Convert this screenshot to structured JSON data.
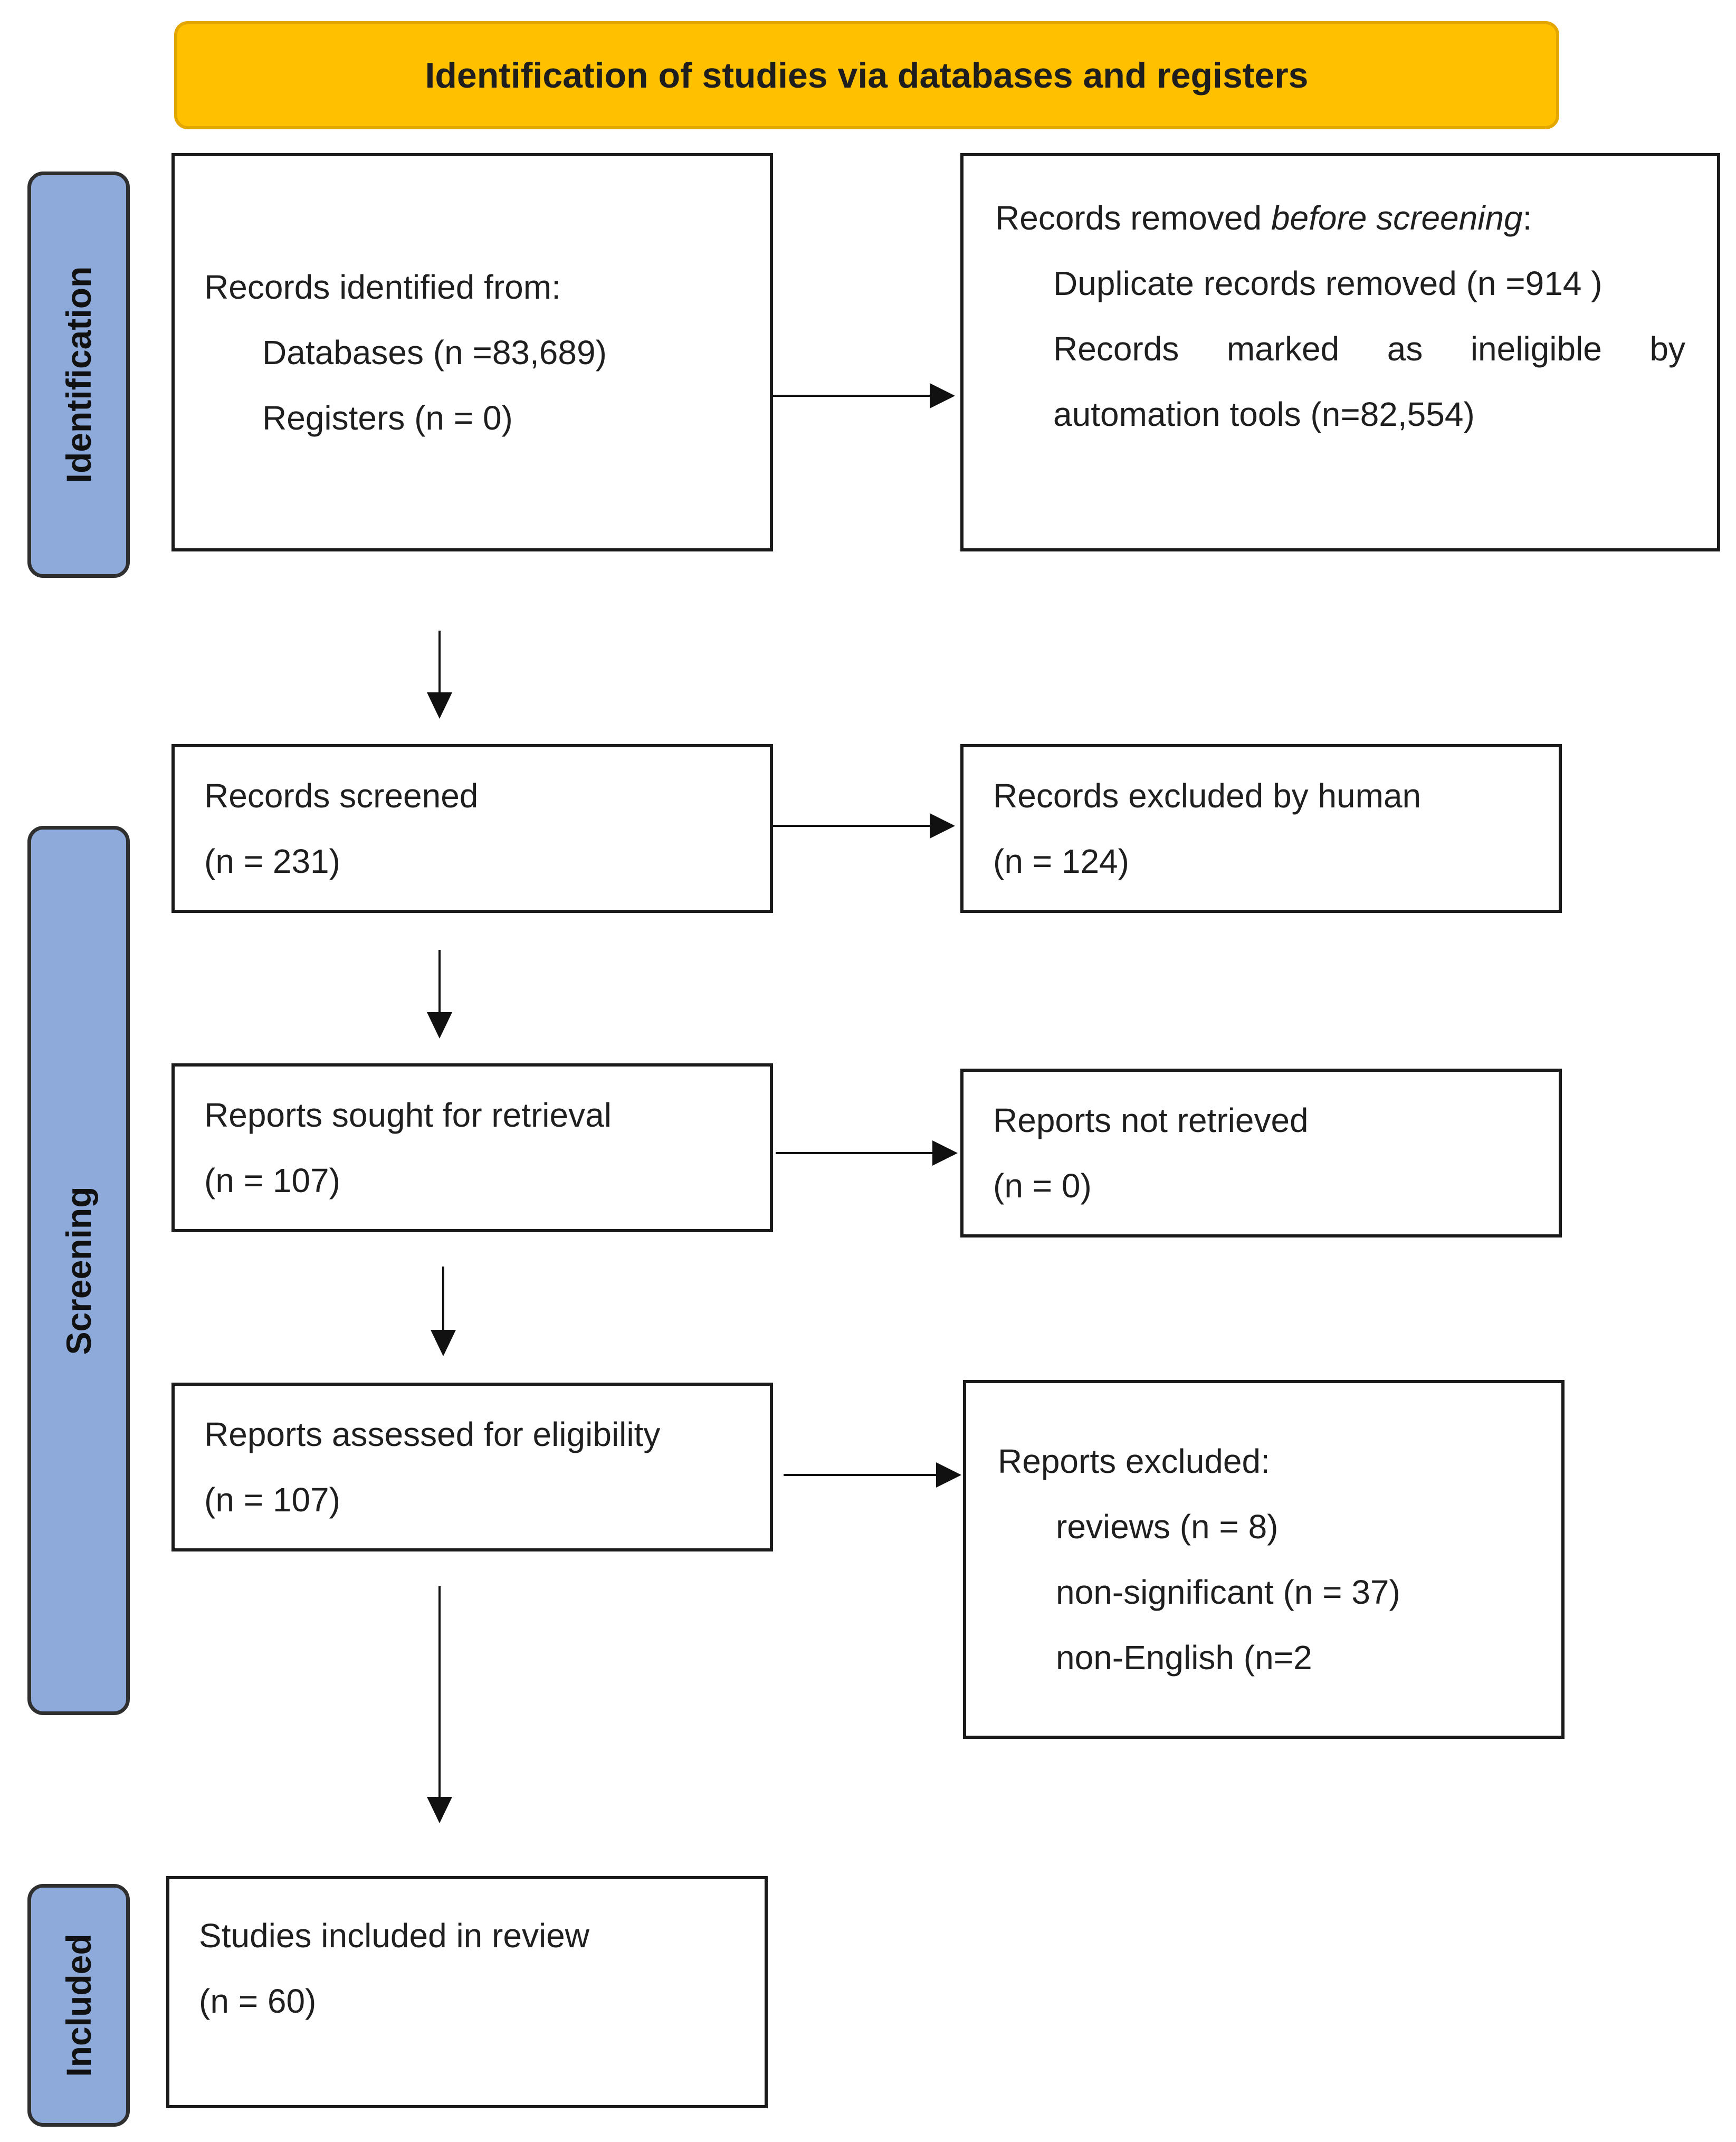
{
  "header": "Identification of studies via databases and registers",
  "phases": {
    "identification": "Identification",
    "screening": "Screening",
    "included": "Included"
  },
  "identified": {
    "title": "Records identified from:",
    "databases": "Databases (n =83,689)",
    "registers": "Registers (n = 0)"
  },
  "removed": {
    "title_prefix": "Records removed ",
    "title_italic": "before screening",
    "title_suffix": ":",
    "duplicates": "Duplicate records removed  (n =914 )",
    "ineligible_words": [
      "Records",
      "marked",
      "as",
      "ineligible",
      "by"
    ],
    "ineligible_line2": "automation tools (n=82,554)"
  },
  "screened": {
    "title": "Records screened",
    "count": "(n = 231)"
  },
  "excluded_human": {
    "title": "Records excluded by human",
    "count": "(n = 124)"
  },
  "sought": {
    "title": "Reports sought for retrieval",
    "count": "(n = 107)"
  },
  "not_retrieved": {
    "title": "Reports not retrieved",
    "count": "(n = 0)"
  },
  "assessed": {
    "title": "Reports assessed for eligibility",
    "count": "(n = 107)"
  },
  "reports_excluded": {
    "title": "Reports excluded:",
    "reviews": "reviews (n = 8)",
    "non_significant": "non-significant (n = 37)",
    "non_english": "non-English (n=2"
  },
  "included_studies": {
    "title": "Studies included in review",
    "count": "(n = 60)"
  },
  "colors": {
    "banner": "#ffc000",
    "phase": "#8eaadb",
    "border": "#1a1a1a"
  }
}
